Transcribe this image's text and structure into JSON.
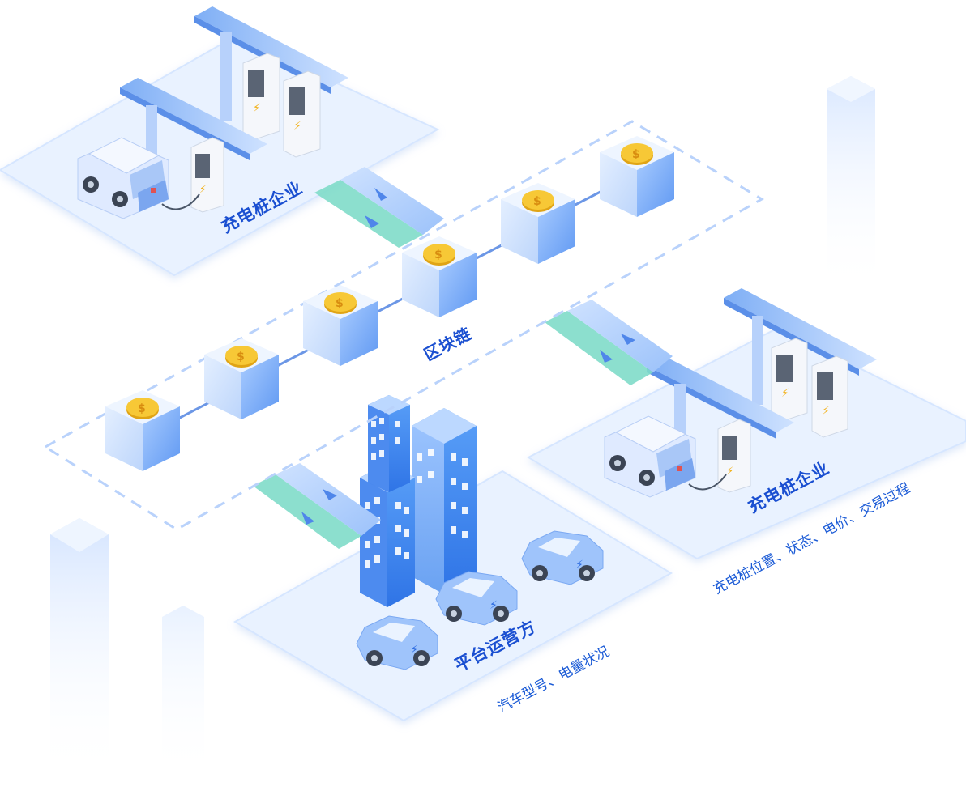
{
  "labels": {
    "charging_company_top": "充电桩企业",
    "charging_company_right": "充电桩企业",
    "blockchain": "区块链",
    "platform_operator": "平台运营方",
    "platform_info": "汽车型号、电量状况",
    "charging_info": "充电桩位置、状态、电价、交易过程"
  },
  "icons": {
    "coin": "dollar-coin-icon",
    "bolt": "lightning-icon",
    "car": "electric-car-icon",
    "station": "charging-station-icon",
    "building": "office-building-icon"
  },
  "colors": {
    "accent": "#1a4fd1",
    "platform": "#eaf3ff",
    "cube_light": "#dcebff",
    "cube_dark": "#7fb0f5",
    "teal": "#7fdcc9",
    "coin": "#f5c12e"
  }
}
